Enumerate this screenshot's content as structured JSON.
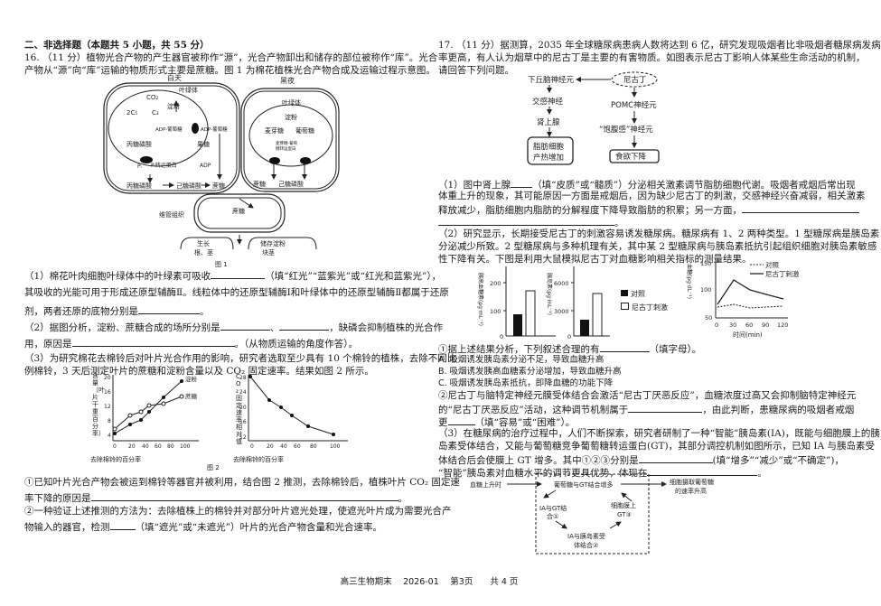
{
  "section": {
    "heading": "二、非选择题（本题共 5 小题，共 55 分）"
  },
  "q16": {
    "intro1": "16. （11 分）植物光合产物的产生器官被称作“源”，光合产物卸出和储存的部位被称作“库”。光合",
    "intro2": "产物从“源”向“库”运输的物质形式主要是蔗糖。图 1 为棉花植株光合产物合成及运输过程示意图。",
    "fig1": {
      "caption": "图 1",
      "day_label": "白天",
      "night_label": "黑夜",
      "chloroplast": "叶绿体",
      "co2": "CO₂",
      "c5": "2C₅",
      "c3": "C₃",
      "starch": "淀粉",
      "adp_glucose": "ADP-葡萄糖",
      "adp_glucose_out": "ADP-葡萄糖",
      "triose_in": "丙糖磷酸",
      "triose_out": "丙糖磷酸",
      "hexose": "己糖磷酸",
      "sucrose": "蔗糖",
      "fructose": "果糖",
      "adp": "ADP",
      "pi": "Pᵢ",
      "pi_transporter": "Pᵢ转运蛋白",
      "n_chloroplast": "叶绿体",
      "n_starch": "淀粉",
      "n_maltose": "麦芽糖",
      "n_glucose": "葡萄糖",
      "n_transporter1": "麦芽糖-葡萄",
      "n_transporter2": "糖转运蛋白",
      "n_sucrose": "蔗糖",
      "n_hexose": "己糖磷酸",
      "vascular": "维管组织",
      "v_sucrose": "蔗糖",
      "growth1": "生长",
      "growth2": "根、茎",
      "storage1": "储存淀粉",
      "storage2": "块茎"
    },
    "p1_l1": "（1）棉花叶肉细胞叶绿体中的叶绿素可吸收",
    "p1_l1b": "（填“红光”“蓝紫光”或“红光和蓝紫光”），",
    "p1_l2": "其吸收的光能可用于形成还原型辅酶Ⅱ。线粒体中的还原型辅酶Ⅰ和叶绿体中的还原型辅酶Ⅱ都属于还原",
    "p1_l3": "剂，两者还原的底物分别是",
    "p2_l1": "（2）据图分析，淀粉、蔗糖合成的场所分别是",
    "p2_l1b": "，缺磷会抑制植株的光合作",
    "p2_l2": "用，原因是",
    "p2_l2b": "。（从物质运输的角度作答）。",
    "p3_l1": "（3）为研究棉花去棉铃后对叶片光合作用的影响，研究者选取至少具有 10 个棉铃的植株，去除不同比",
    "p3_l2": "例棉铃，3 天后测定叶片的蔗糖和淀粉含量以及 CO₂ 固定速率。结果如图 2 所示。",
    "fig2_caption": "图 2",
    "s1_l1": "①已知叶片光合产物会被运到棉铃等器官并被利用，结合图 2 推测，去除棉铃后，植株叶片 CO₂ 固定速",
    "s1_l2": "率下降的原因是",
    "s2_l1": "②一种验证上述推测的方法为：去除植株上的棉铃并对部分叶片遮光处理，使遮光叶片成为需要光合产",
    "s2_l2a": "物输入的器官，检测",
    "s2_l2b": "（填“遮光”或“未遮光”）叶片的光合产物含量和光合速率。"
  },
  "q17": {
    "intro1": "17. （11 分）据测算，2035 年全球糖尿病患病人数将达到 6 亿，研究发现吸烟者比非吸烟者糖尿病发病",
    "intro2": "率更高，有人认为烟草中的尼古丁是主要的有害物质。如图表示尼古丁影响人体某些生命活动的机制，",
    "intro3": "请回答下列问题。",
    "flow": {
      "hypothalamus": "下丘脑神经元",
      "nicotine": "尼古丁",
      "sympathetic": "交感神经",
      "adrenal": "肾上腺",
      "fat": [
        "脂肪细胞",
        "产热增加"
      ],
      "pomc": "POMC神经元",
      "satiety": "“饱腹感”神经元",
      "appetite": "食欲下降"
    },
    "p1_l1a": "（1）图中肾上腺",
    "p1_l1b": "（填“皮质”或“髓质”）分泌相关激素调节脂肪细胞代谢。吸烟者戒烟后常出现",
    "p1_l2": "体重上升的现象，其可能原因一方面是戒烟后，因为缺少尼古丁的刺激，交感神经兴奋减弱，相关激素",
    "p1_l3": "释放减少，脂肪细胞内脂肪的分解程度下降导致脂肪的积累；另一方面，",
    "p2_l1": "（2）研究显示，长期接受尼古丁的刺激容易诱发糖尿病。糖尿病有 1、2 两种类型。1 型糖尿病是胰岛素",
    "p2_l2": "分泌减少所致。2 型糖尿病与多种机理有关，其中某 2 型糖尿病与胰岛素抵抗引起组织细胞对胰岛素敏感",
    "p2_l3": "性下降有关。下图是利用大鼠模拟尼古丁对血糖影响相关指标的测量结果。",
    "q_l1a": "①据上述结果分析，下列叙述合理的有",
    "q_l1b": "（填字母）。",
    "options": [
      "A. 吸烟诱发胰岛素分泌不足，导致血糖升高",
      "B. 吸烟诱发胰高血糖素分泌增加，导致血糖升高",
      "C. 吸烟诱发胰岛素抵抗，即降血糖的功能下降"
    ],
    "q2_l1": "②尼古丁与脑特定神经元膜受体结合会激活“尼古丁厌恶反应”，血糖浓度过高又会抑制脑特定神经元",
    "q2_l2a": "的“尼古丁厌恶反应”活动，这种调节机制属于",
    "q2_l2b": "，由此判断，患糖尿病的吸烟者戒烟",
    "q2_l3a": "更",
    "q2_l3b": "（填“容易”或“困难”）。",
    "p3_l1": "（3）在糖尿病的治疗过程中，人们不断探索，研究者研制了一种“智能”胰岛素(IA)，既能与细胞膜上的胰",
    "p3_l2": "岛素受体结合，又能与葡萄糖竞争葡萄糖转运蛋白(GT)，其部分调控机制如图所示，已知 IA 与胰岛素受",
    "p3_l3a": "体结合后会使膜上 GT 增多。其中①②③分别是",
    "p3_l3b": "(填“增多”“减少”或“不确定”)，",
    "p3_l4a": "“智能”胰岛素对血糖水平的调节更具优势，体现在",
    "cycle": {
      "rise": "血糖上升时",
      "bind_gt": "葡萄糖与GT结合增多",
      "uptake1": "细胞摄取葡萄糖",
      "uptake2": "的速率升高",
      "ia_gt1": "IA与GT结",
      "ia_gt2": "合①",
      "membrane1": "细胞膜上",
      "membrane2": "GT③",
      "ia_rec1": "IA与胰岛素受",
      "ia_rec2": "体结合②"
    }
  },
  "chart_data": [
    {
      "type": "line",
      "title": "图2 左",
      "xlabel": "去除棉铃的百分率",
      "ylabel": "含量（叶片干重百分率）",
      "x": [
        0,
        20,
        37,
        50,
        75,
        97
      ],
      "ylim": [
        0,
        20
      ],
      "series": [
        {
          "name": "淀粉",
          "values": [
            5,
            7.5,
            9,
            11,
            15.5,
            20
          ]
        },
        {
          "name": "蔗糖",
          "values": [
            6.5,
            9.5,
            10.5,
            12.5,
            13.5,
            15.5
          ]
        }
      ]
    },
    {
      "type": "line",
      "title": "图2 右",
      "xlabel": "去除棉铃的百分率",
      "ylabel": "CO₂固定速率相对值",
      "x": [
        0,
        20,
        37,
        50,
        75,
        100
      ],
      "ylim": [
        12,
        28
      ],
      "series": [
        {
          "name": "CO₂固定速率",
          "values": [
            28,
            22,
            20,
            18,
            15,
            13
          ]
        }
      ]
    },
    {
      "type": "bar",
      "ylabel": "胰高血糖素(pg·mL⁻¹)",
      "categories": [
        "对照",
        "尼古丁刺激"
      ],
      "values": [
        85,
        170
      ],
      "ylim": [
        0,
        250
      ]
    },
    {
      "type": "bar",
      "ylabel": "胰岛素(pg·mL⁻¹)",
      "categories": [
        "对照",
        "尼古丁刺激"
      ],
      "values": [
        1800,
        4600
      ],
      "ylim": [
        0,
        7500
      ]
    },
    {
      "type": "line",
      "ylabel": "血糖(pg·dL⁻¹)",
      "xlabel": "时间(min)",
      "x": [
        0,
        30,
        60,
        90,
        120
      ],
      "ylim": [
        50,
        150
      ],
      "series": [
        {
          "name": "对照",
          "values": [
            68,
            73,
            67,
            69,
            71
          ]
        },
        {
          "name": "尼古丁刺激",
          "values": [
            72,
            118,
            98,
            90,
            82
          ]
        }
      ]
    }
  ],
  "legend": {
    "control": "对照",
    "nicotine": "尼古丁刺激",
    "starch": "淀粉",
    "sucrose": "蔗糖"
  },
  "footer": "高三生物期末　 2026-01　 第3页　　共 4 页"
}
